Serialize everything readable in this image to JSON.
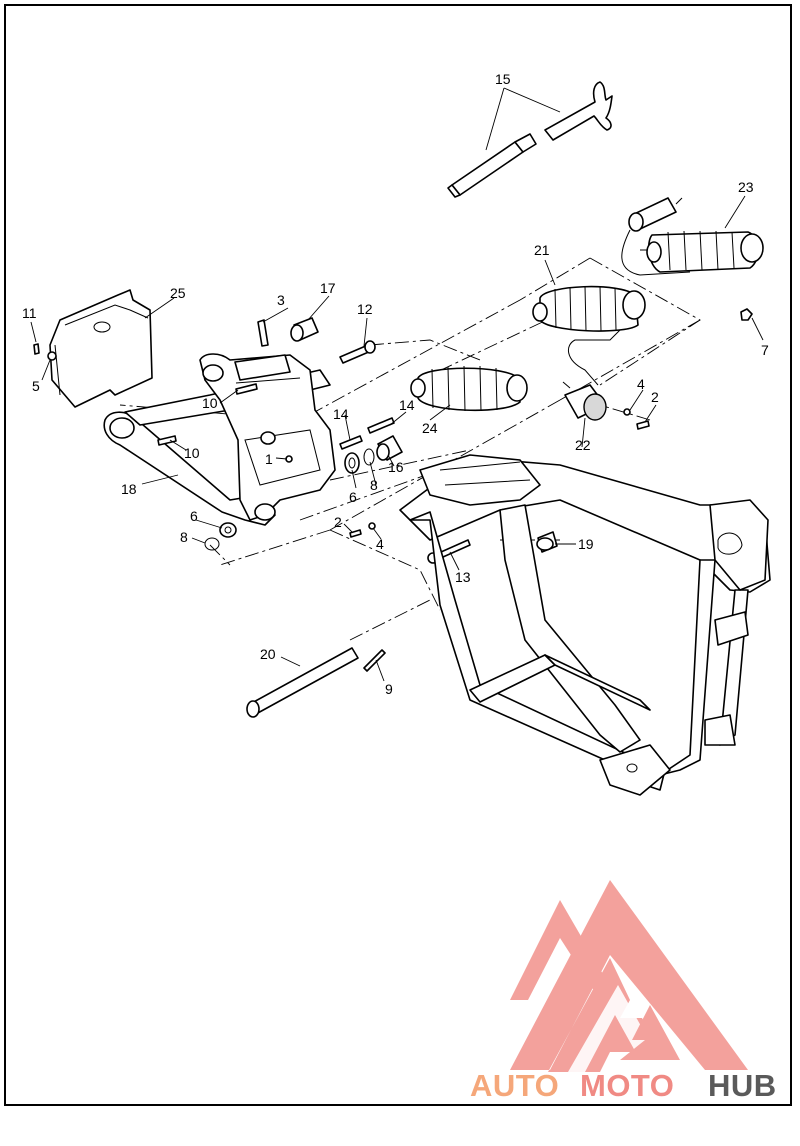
{
  "diagram": {
    "callouts": [
      "1",
      "2",
      "2",
      "3",
      "4",
      "4",
      "5",
      "6",
      "6",
      "7",
      "8",
      "8",
      "9",
      "10",
      "10",
      "11",
      "12",
      "13",
      "14",
      "14",
      "15",
      "16",
      "17",
      "18",
      "19",
      "20",
      "21",
      "22",
      "23",
      "24",
      "25"
    ]
  },
  "watermark": {
    "brand_auto": "AUTO",
    "brand_moto": "MOTO",
    "brand_hub": "HUB",
    "colors": {
      "auto": "#f5a77a",
      "moto": "#f08a84",
      "hub": "#5a5a5a",
      "logo": "#f29a94"
    }
  }
}
